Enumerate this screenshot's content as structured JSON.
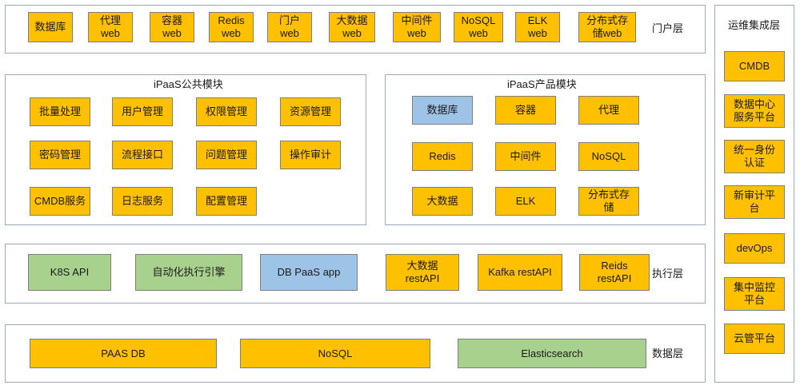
{
  "portal": {
    "label": "门户层",
    "items": [
      "数据库",
      "代理\nweb",
      "容器\nweb",
      "Redis\nweb",
      "门户\nweb",
      "大数据\nweb",
      "中间件\nweb",
      "NoSQL\nweb",
      "ELK\nweb",
      "分布式存\n储web"
    ]
  },
  "public_module": {
    "title": "iPaaS公共模块",
    "items": [
      "批量处理",
      "用户管理",
      "权限管理",
      "资源管理",
      "密码管理",
      "流程接口",
      "问题管理",
      "操作审计",
      "CMDB服务",
      "日志服务",
      "配置管理"
    ]
  },
  "product_module": {
    "title": "iPaaS产品模块",
    "items": [
      "数据库",
      "容器",
      "代理",
      "Redis",
      "中间件",
      "NoSQL",
      "大数据",
      "ELK",
      "分布式存\n储"
    ]
  },
  "execution": {
    "label": "执行层",
    "items": [
      "K8S API",
      "自动化执行引擎",
      "DB PaaS app",
      "大数据\nrestAPI",
      "Kafka restAPI",
      "Reids\nrestAPI"
    ]
  },
  "data_layer": {
    "label": "数据层",
    "items": [
      "PAAS DB",
      "NoSQL",
      "Elasticsearch"
    ]
  },
  "ops": {
    "title": "运维集成层",
    "items": [
      "CMDB",
      "数据中心\n服务平台",
      "统一身份\n认证",
      "新审计平\n台",
      "devOps",
      "集中监控\n平台",
      "云管平台"
    ]
  }
}
